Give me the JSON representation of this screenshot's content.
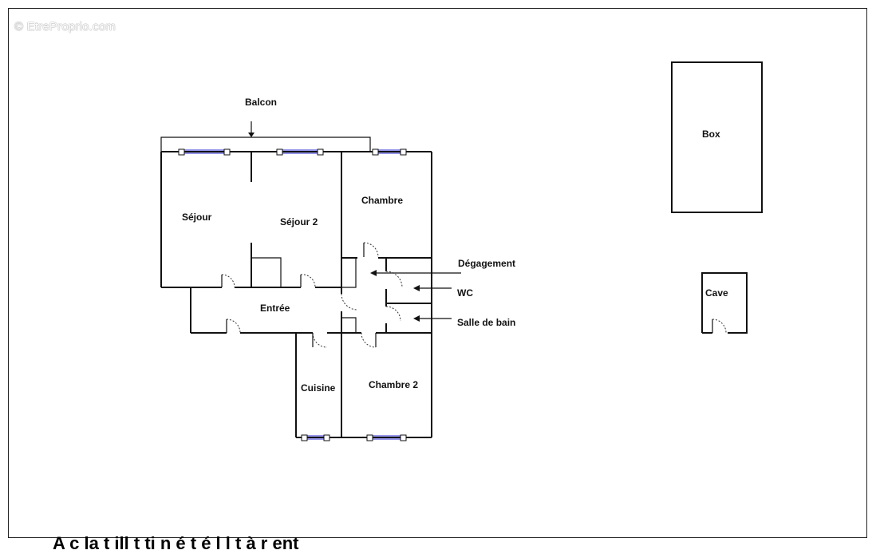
{
  "watermark": "© EtreProprio.com",
  "labels": {
    "balcon": "Balcon",
    "sejour": "Séjour",
    "sejour2": "Séjour 2",
    "chambre": "Chambre",
    "degagement": "Dégagement",
    "wc": "WC",
    "entree": "Entrée",
    "salle_de_bain": "Salle de bain",
    "cuisine": "Cuisine",
    "chambre2": "Chambre 2",
    "box": "Box",
    "cave": "Cave"
  },
  "caption": "A        c     la   t    ill   t   ti    n    é    t     é  l   l  t    à      r     ent"
}
